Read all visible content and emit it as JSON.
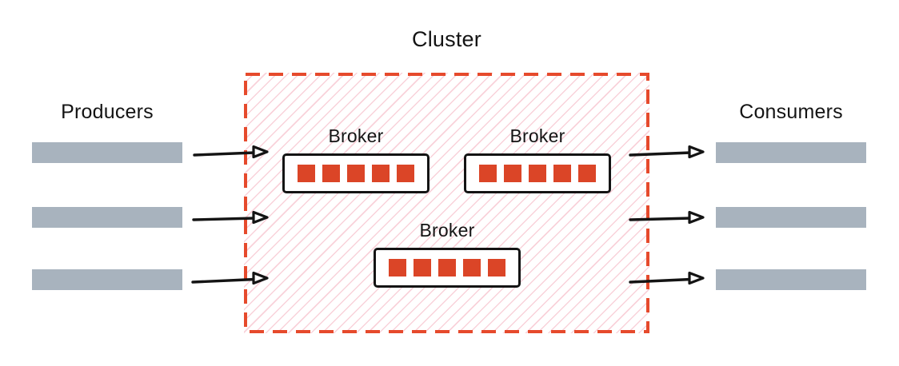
{
  "diagram": {
    "cluster_label": "Cluster",
    "producers_label": "Producers",
    "consumers_label": "Consumers",
    "producer_count": 3,
    "consumer_count": 3,
    "brokers": [
      {
        "label": "Broker",
        "partition_count": 5
      },
      {
        "label": "Broker",
        "partition_count": 5
      },
      {
        "label": "Broker",
        "partition_count": 5
      }
    ],
    "colors": {
      "accent_red": "#E64A2C",
      "partition_red": "#DB4527",
      "hatch_pink": "#F9D2DA",
      "bar_gray": "#A8B3BE",
      "ink_black": "#141414"
    }
  }
}
